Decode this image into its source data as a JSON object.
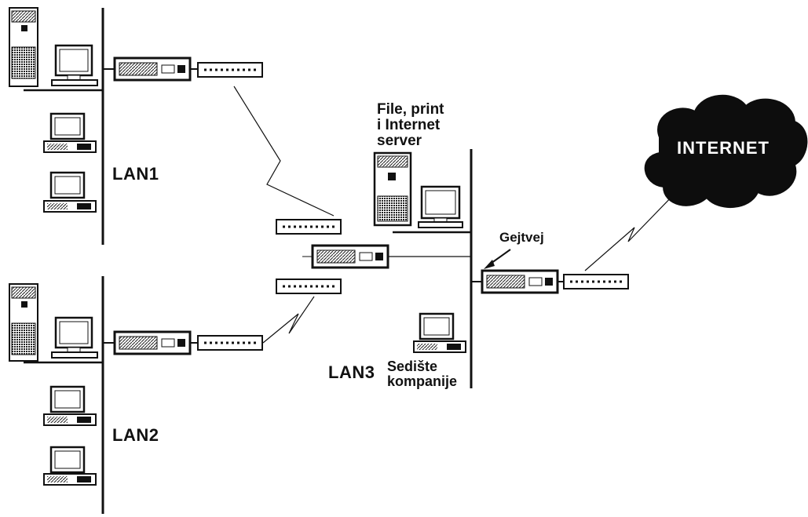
{
  "labels": {
    "lan1": "LAN1",
    "lan2": "LAN2",
    "lan3": "LAN3",
    "server": "File, print\ni Internet\nserver",
    "gateway": "Gejtvej",
    "hq": "Sedište\nkompanije",
    "internet": "INTERNET"
  },
  "colors": {
    "ink": "#111111",
    "paper": "#ffffff",
    "cloud": "#0d0d0d"
  }
}
